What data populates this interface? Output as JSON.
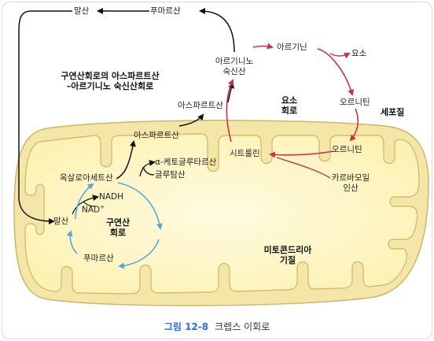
{
  "labels": {
    "malate_top": "말산",
    "fumarate_top": "푸마르산",
    "argininosuccinate_line1": "아르기니노",
    "argininosuccinate_line2": "숙신산",
    "arginine": "아르기닌",
    "urea": "요소",
    "ornithine_cytosol": "오르니틴",
    "ornithine_matrix": "오르니틴",
    "citrulline": "시트룰린",
    "carbamoyl_line1": "카르바모일",
    "carbamoyl_line2": "인산",
    "aspartate_cytosol": "아스파르트산",
    "aspartate_matrix": "아스파르트산",
    "alpha_ketoglutarate": "α-케토글루타르산",
    "glutamate": "글루탐산",
    "oxaloacetate": "옥살로아세트산",
    "nadh": "NADH",
    "nad": "NAD",
    "nad_sup": "+",
    "malate_matrix": "말산",
    "fumarate_matrix": "푸마르산"
  },
  "regions": {
    "shunt_title_line1": "구연산회로의 아스파르트산",
    "shunt_title_line2": "–아르기니노 숙신산회로",
    "urea_cycle_line1": "요소",
    "urea_cycle_line2": "회로",
    "cytosol": "세포질",
    "tca_cycle_line1": "구연산",
    "tca_cycle_line2": "회로",
    "matrix_line1": "미토콘드리아",
    "matrix_line2": "기질"
  },
  "caption": {
    "number": "그림 12-8",
    "title": "크렙스 이회로"
  },
  "colors": {
    "urea_arrow": "#c8324a",
    "tca_arrow": "#5aa6dc",
    "black_arrow": "#111111",
    "membrane_outer": "#e6d48d",
    "matrix_fill": "#fff8c9",
    "caption_accent": "#2f6fd8"
  }
}
